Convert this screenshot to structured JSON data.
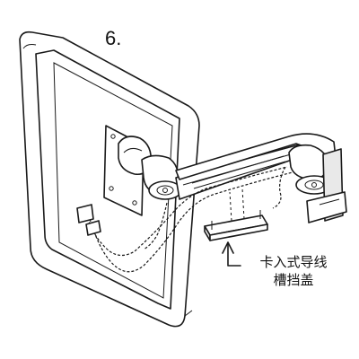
{
  "step": {
    "number": "6."
  },
  "callout": {
    "line1": "卡入式导线",
    "line2": "槽挡盖"
  },
  "icons": [
    "monitor-back",
    "vesa-mount-plate",
    "monitor-arm",
    "cable-cover",
    "cables",
    "callout-arrow"
  ]
}
